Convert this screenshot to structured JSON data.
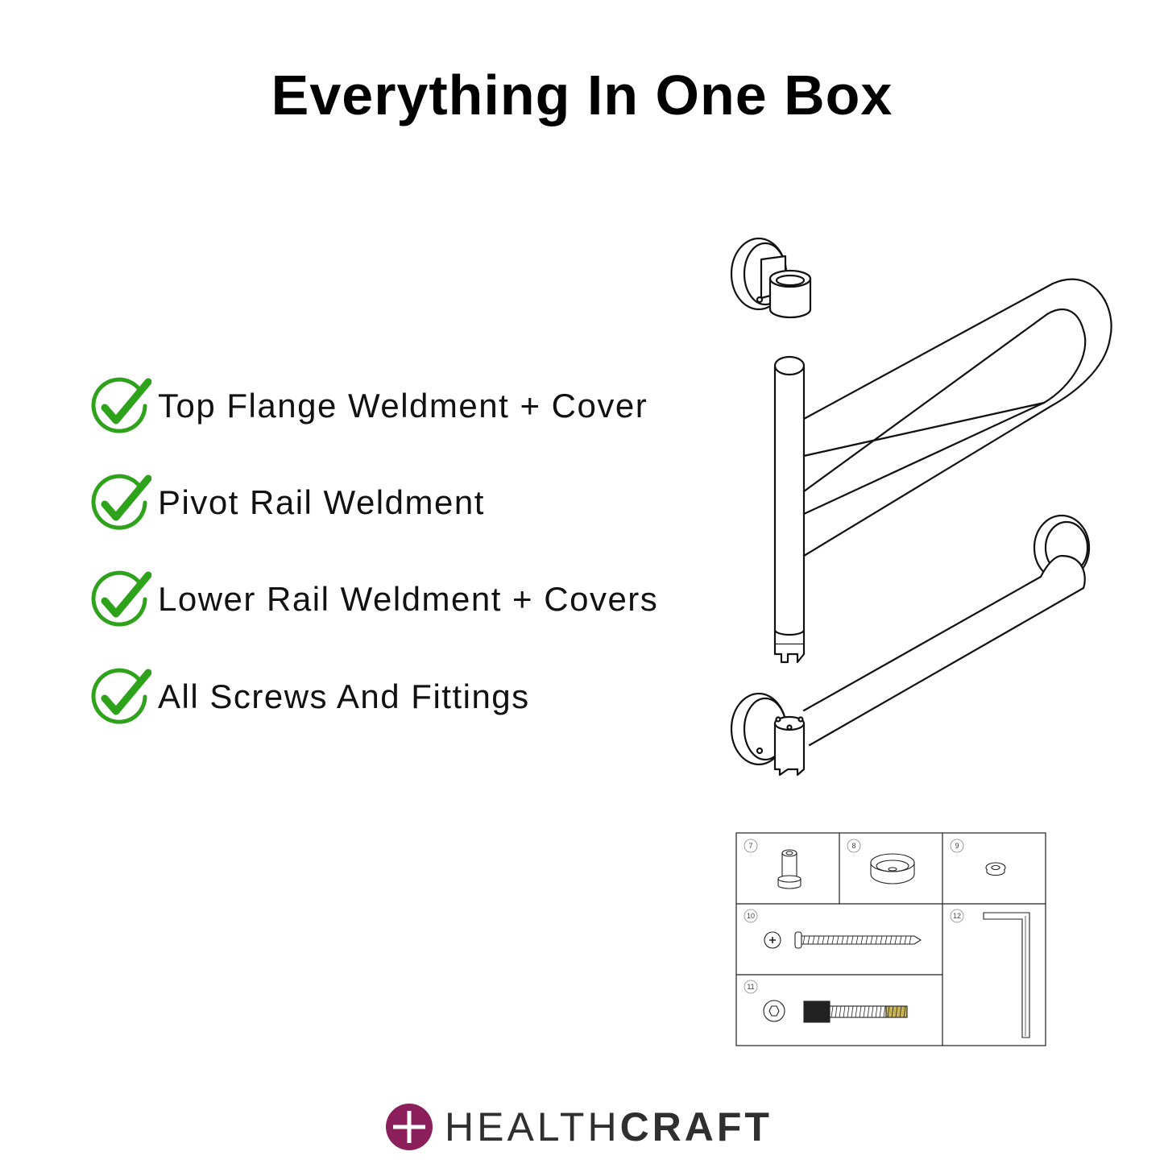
{
  "title": "Everything In One Box",
  "features": [
    {
      "label": "Top Flange Weldment + Cover",
      "icon": "check-circle-icon"
    },
    {
      "label": "Pivot Rail Weldment",
      "icon": "check-circle-icon"
    },
    {
      "label": "Lower Rail Weldment + Covers",
      "icon": "check-circle-icon"
    },
    {
      "label": "All Screws And Fittings",
      "icon": "check-circle-icon"
    }
  ],
  "parts": {
    "numbers": [
      "7",
      "8",
      "9",
      "10",
      "11",
      "12"
    ]
  },
  "brand": {
    "part1": "HEALTH",
    "part2": "CRAFT",
    "logo_color": "#8a1f5c"
  },
  "colors": {
    "check_green": "#2ea21a"
  }
}
